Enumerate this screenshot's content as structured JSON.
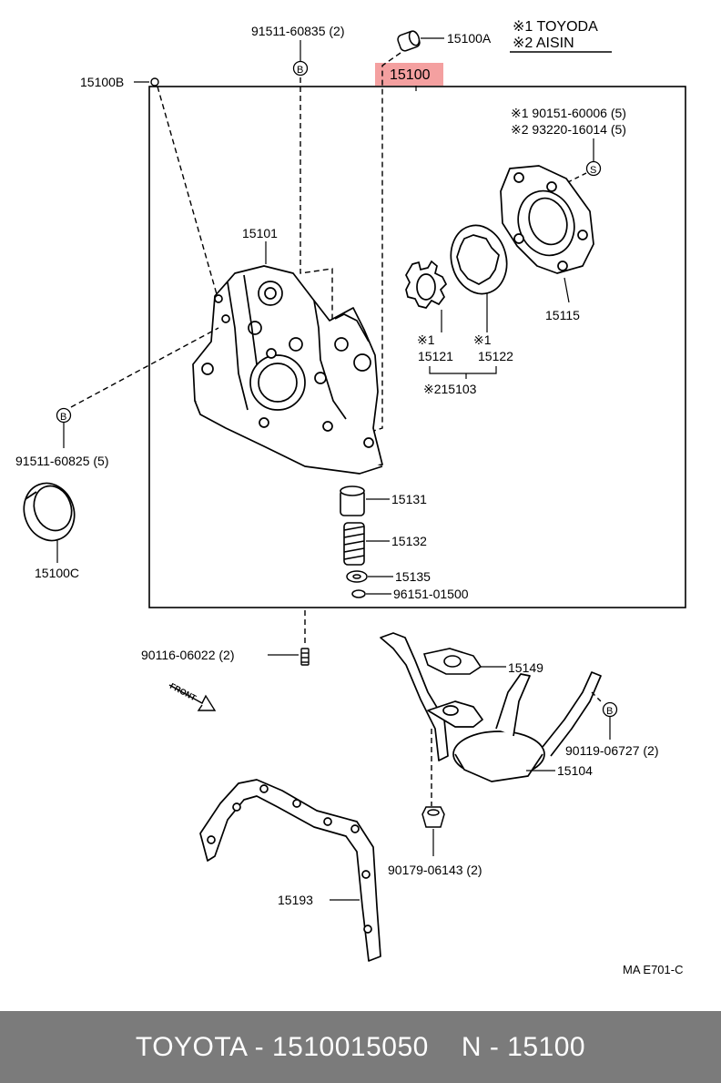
{
  "legend": {
    "note1": "※1 TOYODA",
    "note2": "※2 AISIN"
  },
  "highlight_color": "#f4a0a0",
  "labels": {
    "assembly": "15100",
    "p15100A": "15100A",
    "p15100B": "15100B",
    "p15100C": "15100C",
    "bolt_top": "91511-60835 (2)",
    "bolt_side": "91511-60825 (5)",
    "screw_toyoda": "※1  90151-60006 (5)",
    "screw_aisin": "※2  93220-16014 (5)",
    "p15101": "15101",
    "p15115": "15115",
    "p15121_mark": "※1",
    "p15121": "15121",
    "p15122_mark": "※1",
    "p15122": "15122",
    "p15103": "※215103",
    "p15131": "15131",
    "p15132": "15132",
    "p15135": "15135",
    "p96151": "96151-01500",
    "stud": "90116-06022 (2)",
    "front": "FRONT",
    "p15149": "15149",
    "bolt_b2": "90119-06727 (2)",
    "p15104": "15104",
    "nut": "90179-06143 (2)",
    "p15193": "15193",
    "code": "MA E701-C"
  },
  "marks": {
    "b": "B",
    "s": "S"
  },
  "footer": {
    "left": "TOYOTA - 1510015050",
    "right": "N - 15100"
  }
}
